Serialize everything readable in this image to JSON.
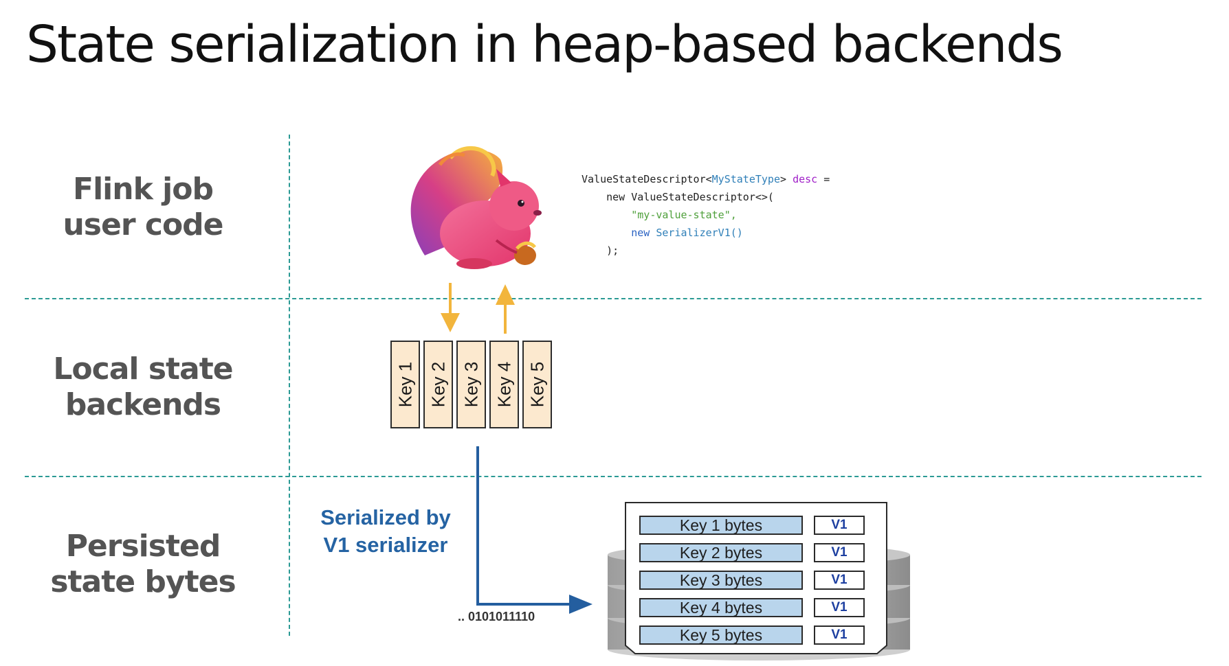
{
  "title": "State serialization in heap-based backends",
  "rows": [
    {
      "lines": [
        "Flink job",
        "user code"
      ]
    },
    {
      "lines": [
        "Local state",
        "backends"
      ]
    },
    {
      "lines": [
        "Persisted",
        "state bytes"
      ]
    }
  ],
  "code": {
    "line1": {
      "a": "ValueStateDescriptor<",
      "b": "MyStateType",
      "c": "> ",
      "d": "desc",
      "e": " ="
    },
    "line2": "    new ValueStateDescriptor<>(",
    "line3": "        \"my-value-state\",",
    "line4": {
      "a": "        ",
      "b": "new",
      "c": " ",
      "d": "SerializerV1()"
    },
    "line5": "    );"
  },
  "local_keys": [
    "Key 1",
    "Key 2",
    "Key 3",
    "Key 4",
    "Key 5"
  ],
  "serialized_label": [
    "Serialized by",
    "V1 serializer"
  ],
  "bit_stream": ".. 0101011110",
  "persisted_entries": [
    {
      "key": "Key 1 bytes",
      "version": "V1"
    },
    {
      "key": "Key 2 bytes",
      "version": "V1"
    },
    {
      "key": "Key 3 bytes",
      "version": "V1"
    },
    {
      "key": "Key 4 bytes",
      "version": "V1"
    },
    {
      "key": "Key 5 bytes",
      "version": "V1"
    }
  ],
  "colors": {
    "divider": "#2b9a94",
    "arrow_yellow": "#f2b53c",
    "arrow_blue": "#245e9f",
    "key_fill": "#fce9cf",
    "db_key_fill": "#b9d5ec",
    "label_blue": "#2563a3"
  },
  "icons": {
    "mascot": "squirrel-mascot-icon",
    "storage": "database-stack-icon"
  }
}
